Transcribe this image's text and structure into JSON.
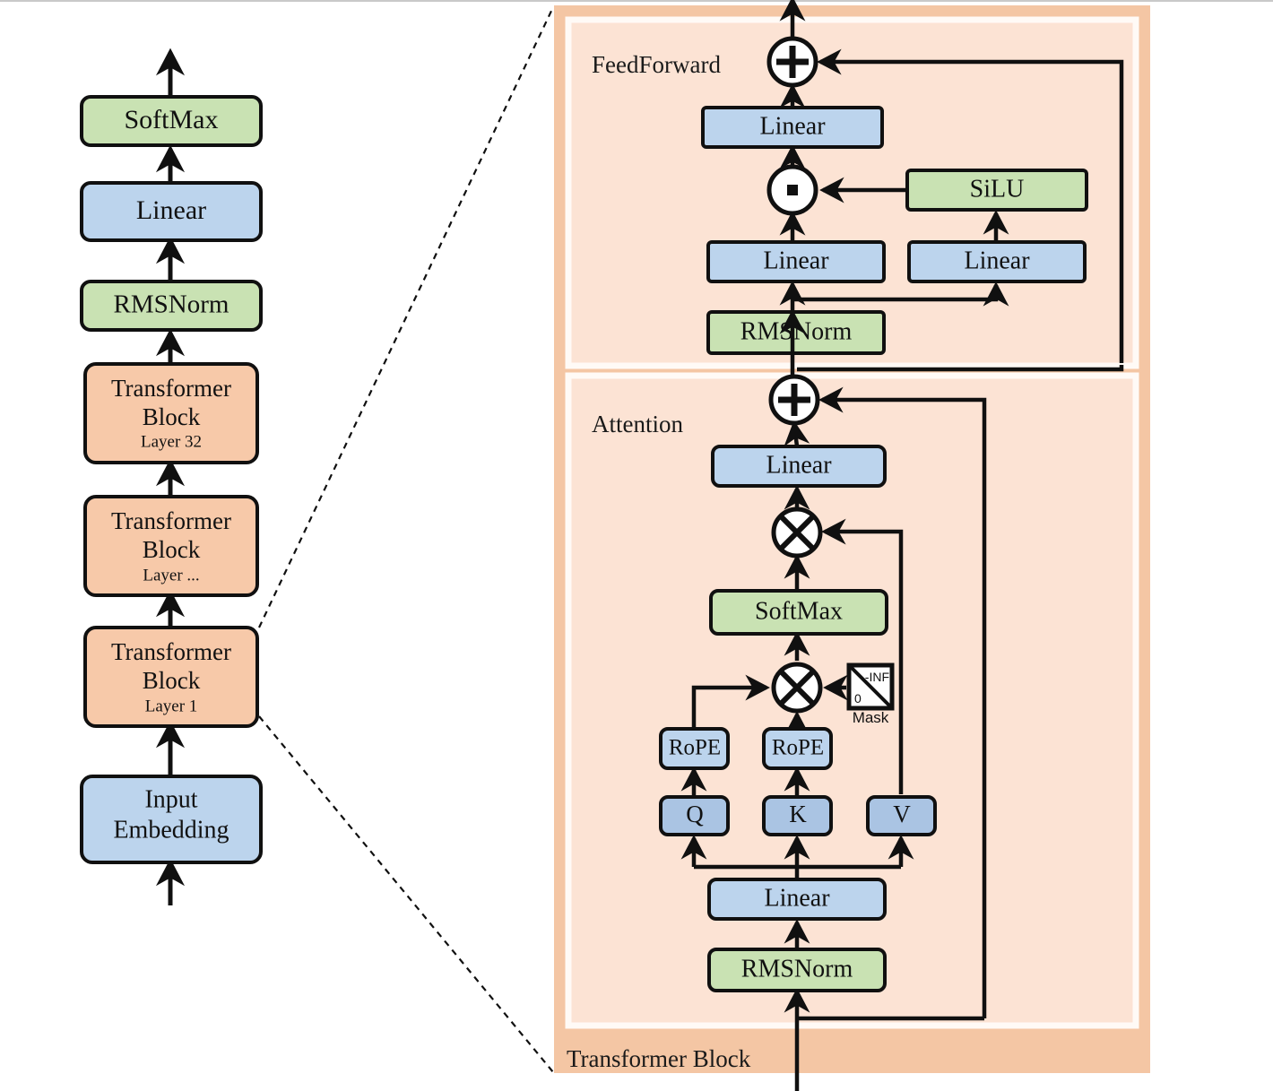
{
  "diagram": {
    "title_visible": false,
    "colors": {
      "green": "#c9e2b3",
      "blue": "#bcd4ed",
      "blue_dark": "#aac4e3",
      "orange": "#f7c9a9",
      "panel_outer": "#f4c6a4",
      "panel_inner": "#fce3d4",
      "panel_inner_border": "#fffaf6",
      "stroke": "#101010"
    }
  },
  "left_stack": {
    "name": "model-overview-stack",
    "nodes": [
      {
        "id": "softmax",
        "label": "SoftMax",
        "sublabel": "",
        "color": "green"
      },
      {
        "id": "linear",
        "label": "Linear",
        "sublabel": "",
        "color": "blue"
      },
      {
        "id": "rmsnorm",
        "label": "RMSNorm",
        "sublabel": "",
        "color": "green"
      },
      {
        "id": "block32",
        "label": "Transformer Block",
        "sublabel": "Layer 32",
        "color": "orange"
      },
      {
        "id": "blockdots",
        "label": "Transformer Block",
        "sublabel": "Layer ...",
        "color": "orange"
      },
      {
        "id": "block1",
        "label": "Transformer Block",
        "sublabel": "Layer 1",
        "color": "orange"
      },
      {
        "id": "embed",
        "label": "Input Embedding",
        "sublabel": "",
        "color": "blue"
      }
    ]
  },
  "detail_panel": {
    "outer_label": "Transformer Block",
    "sections": [
      {
        "id": "feedforward",
        "label": "FeedForward"
      },
      {
        "id": "attention",
        "label": "Attention"
      }
    ],
    "feedforward_nodes": [
      {
        "id": "ff-add",
        "label": "+",
        "shape": "circle-plus",
        "color": "white"
      },
      {
        "id": "ff-linear-out",
        "label": "Linear",
        "shape": "rect",
        "color": "blue"
      },
      {
        "id": "ff-mul",
        "label": "·",
        "shape": "circle-dot",
        "color": "white"
      },
      {
        "id": "ff-silu",
        "label": "SiLU",
        "shape": "rect",
        "color": "green"
      },
      {
        "id": "ff-linear-gate",
        "label": "Linear",
        "shape": "rect",
        "color": "blue"
      },
      {
        "id": "ff-linear-up",
        "label": "Linear",
        "shape": "rect",
        "color": "blue"
      },
      {
        "id": "ff-rmsnorm",
        "label": "RMSNorm",
        "shape": "rect",
        "color": "green"
      }
    ],
    "attention_nodes": [
      {
        "id": "attn-add",
        "label": "+",
        "shape": "circle-plus",
        "color": "white"
      },
      {
        "id": "attn-linear-o",
        "label": "Linear",
        "shape": "rect",
        "color": "blue"
      },
      {
        "id": "attn-matmul2",
        "label": "×",
        "shape": "circle-times",
        "color": "white"
      },
      {
        "id": "attn-softmax",
        "label": "SoftMax",
        "shape": "rect",
        "color": "green"
      },
      {
        "id": "attn-matmul1",
        "label": "×",
        "shape": "circle-times",
        "color": "white"
      },
      {
        "id": "attn-mask",
        "label": "Mask",
        "shape": "mask",
        "color": "white"
      },
      {
        "id": "attn-rope-q",
        "label": "RoPE",
        "shape": "rect",
        "color": "blue"
      },
      {
        "id": "attn-rope-k",
        "label": "RoPE",
        "shape": "rect",
        "color": "blue"
      },
      {
        "id": "attn-q",
        "label": "Q",
        "shape": "rect",
        "color": "blue_dark"
      },
      {
        "id": "attn-k",
        "label": "K",
        "shape": "rect",
        "color": "blue_dark"
      },
      {
        "id": "attn-v",
        "label": "V",
        "shape": "rect",
        "color": "blue_dark"
      },
      {
        "id": "attn-linear-qkv",
        "label": "Linear",
        "shape": "rect",
        "color": "blue"
      },
      {
        "id": "attn-rmsnorm",
        "label": "RMSNorm",
        "shape": "rect",
        "color": "green"
      }
    ],
    "mask": {
      "label": "Mask",
      "upper_right_value": "-INF",
      "lower_left_value": "0"
    }
  }
}
